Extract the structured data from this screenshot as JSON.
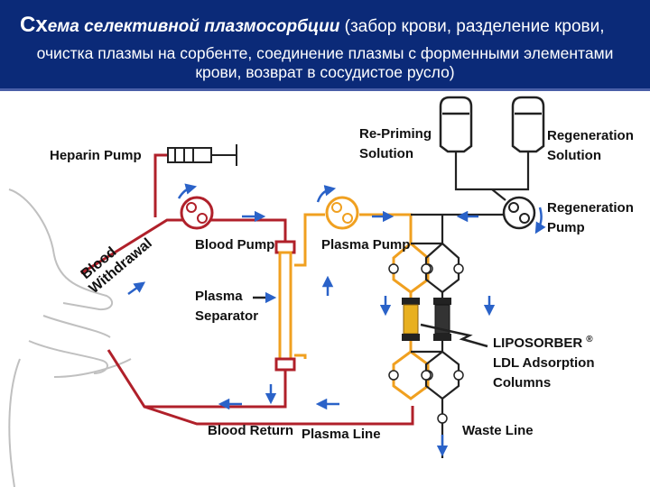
{
  "header": {
    "title_cap": "Сх",
    "title_bold": "ема селективной плазмосорбции",
    "title_rest": " (забор крови, разделение крови,",
    "line2": "очистка плазмы на сорбенте, соединение плазмы с форменными элементами",
    "line3": "крови, возврат в сосудистое русло)"
  },
  "labels": {
    "heparin_pump": "Heparin Pump",
    "blood_withdrawal_1": "Blood",
    "blood_withdrawal_2": "Withdrawal",
    "blood_pump": "Blood Pump",
    "plasma_pump": "Plasma Pump",
    "plasma_separator_1": "Plasma",
    "plasma_separator_2": "Separator",
    "repriming_1": "Re-Priming",
    "repriming_2": "Solution",
    "regeneration_solution_1": "Regeneration",
    "regeneration_solution_2": "Solution",
    "regeneration_pump_1": "Regeneration",
    "regeneration_pump_2": "Pump",
    "liposorber": "LIPOSORBER",
    "registered": "®",
    "ldl_1": "LDL Adsorption",
    "ldl_2": "Columns",
    "blood_return": "Blood Return",
    "plasma_line": "Plasma Line",
    "waste_line": "Waste Line"
  },
  "colors": {
    "header_bg": "#0b2a78",
    "blood_line": "#b0202a",
    "plasma_line": "#f0a020",
    "arrow": "#2a62c8",
    "column_yellow": "#e8b020",
    "column_dark": "#333333"
  }
}
